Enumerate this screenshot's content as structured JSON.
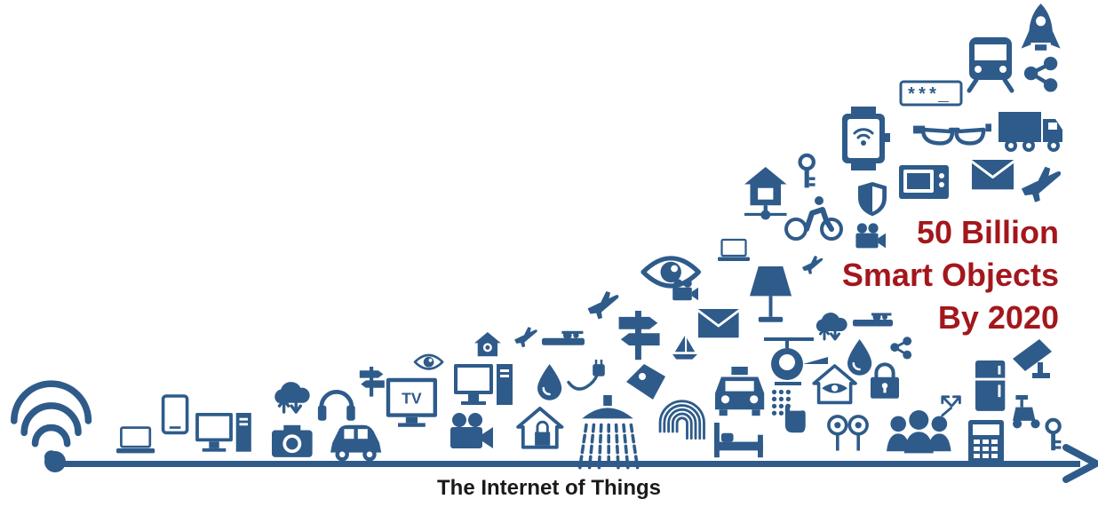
{
  "headline": {
    "line1": "50 Billion",
    "line2": "Smart Objects",
    "line3": "By 2020"
  },
  "caption": "The Internet of Things",
  "colors": {
    "icon": "#2e5b8a",
    "headline": "#a3171c",
    "caption": "#1a1a1a",
    "background": "#ffffff"
  },
  "text_on_icons": {
    "tv_label": "TV",
    "password_label": "***_"
  },
  "icons": [
    "wifi-icon",
    "laptop-icon",
    "tablet-icon",
    "desktop-computer-icon",
    "cloud-sync-icon",
    "camera-icon",
    "headphones-icon",
    "signpost-icon",
    "car-icon",
    "tv-icon",
    "eye-icon",
    "video-camera-icon",
    "monitor-tower-icon",
    "smart-home-icon",
    "home-lock-icon",
    "airplane-icon",
    "slider-control-icon",
    "water-drop-icon",
    "power-plug-icon",
    "shower-icon",
    "signpost-icon",
    "airplane-icon",
    "tag-icon",
    "fingerprint-icon",
    "sailboat-icon",
    "envelope-icon",
    "eye-icon",
    "video-camera-icon",
    "laptop-icon",
    "taxi-icon",
    "bed-icon",
    "table-lamp-icon",
    "airplane-icon",
    "helicopter-icon",
    "keypad-touch-icon",
    "house-network-icon",
    "key-icon",
    "cyclist-icon",
    "video-camera-icon",
    "cloud-sync-icon",
    "slider-control-icon",
    "water-drop-icon",
    "share-icon",
    "home-eye-icon",
    "padlock-icon",
    "location-pin-icon",
    "people-group-icon",
    "smart-watch-icon",
    "shield-icon",
    "microwave-icon",
    "password-field-icon",
    "smart-glasses-icon",
    "train-icon",
    "share-icon",
    "rocket-icon",
    "truck-icon",
    "envelope-icon",
    "airplane-icon",
    "refrigerator-icon",
    "security-camera-icon",
    "resize-arrows-icon",
    "calculator-icon",
    "scooter-icon",
    "key-icon",
    "arrow-axis-icon"
  ]
}
